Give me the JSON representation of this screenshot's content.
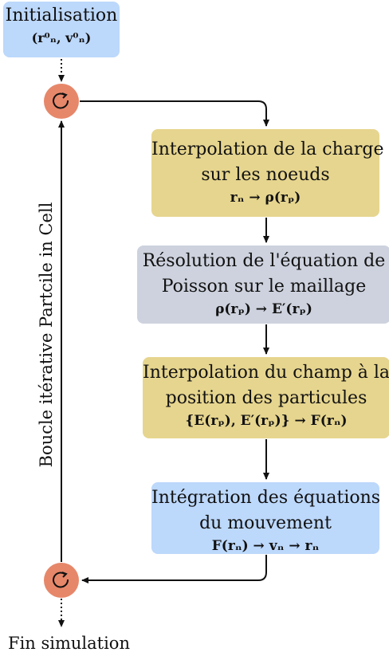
{
  "init": {
    "title": "Initialisation",
    "equation": "(r⁰ₙ, v⁰ₙ)"
  },
  "steps": [
    {
      "title_line1": "Interpolation de la charge",
      "title_line2": "sur les noeuds",
      "equation": "rₙ → ρ(rₚ)"
    },
    {
      "title_line1": "Résolution de l'équation de",
      "title_line2": "Poisson sur le maillage",
      "equation": "ρ(rₚ) → E′(rₚ)"
    },
    {
      "title_line1": "Interpolation du champ à la",
      "title_line2": "position des particules",
      "equation": "{E(rₚ), E′(rₚ)} → F(rₙ)"
    },
    {
      "title_line1": "Intégration des équations",
      "title_line2": "du mouvement",
      "equation": "F(rₙ) → vₙ → rₙ"
    }
  ],
  "loop_label": "Boucle itérative Partcile in Cell",
  "end_label": "Fin simulation",
  "colors": {
    "blue": "#bcd8fb",
    "yellow": "#e6d58e",
    "gray": "#cdd2de",
    "node": "#e6876a"
  }
}
